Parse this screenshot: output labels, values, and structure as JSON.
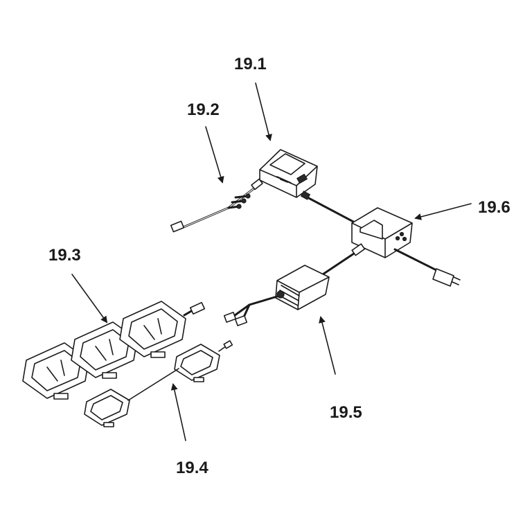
{
  "diagram": {
    "labels": {
      "p19_1": "19.1",
      "p19_2": "19.2",
      "p19_3": "19.3",
      "p19_4": "19.4",
      "p19_5": "19.5",
      "p19_6": "19.6"
    }
  }
}
